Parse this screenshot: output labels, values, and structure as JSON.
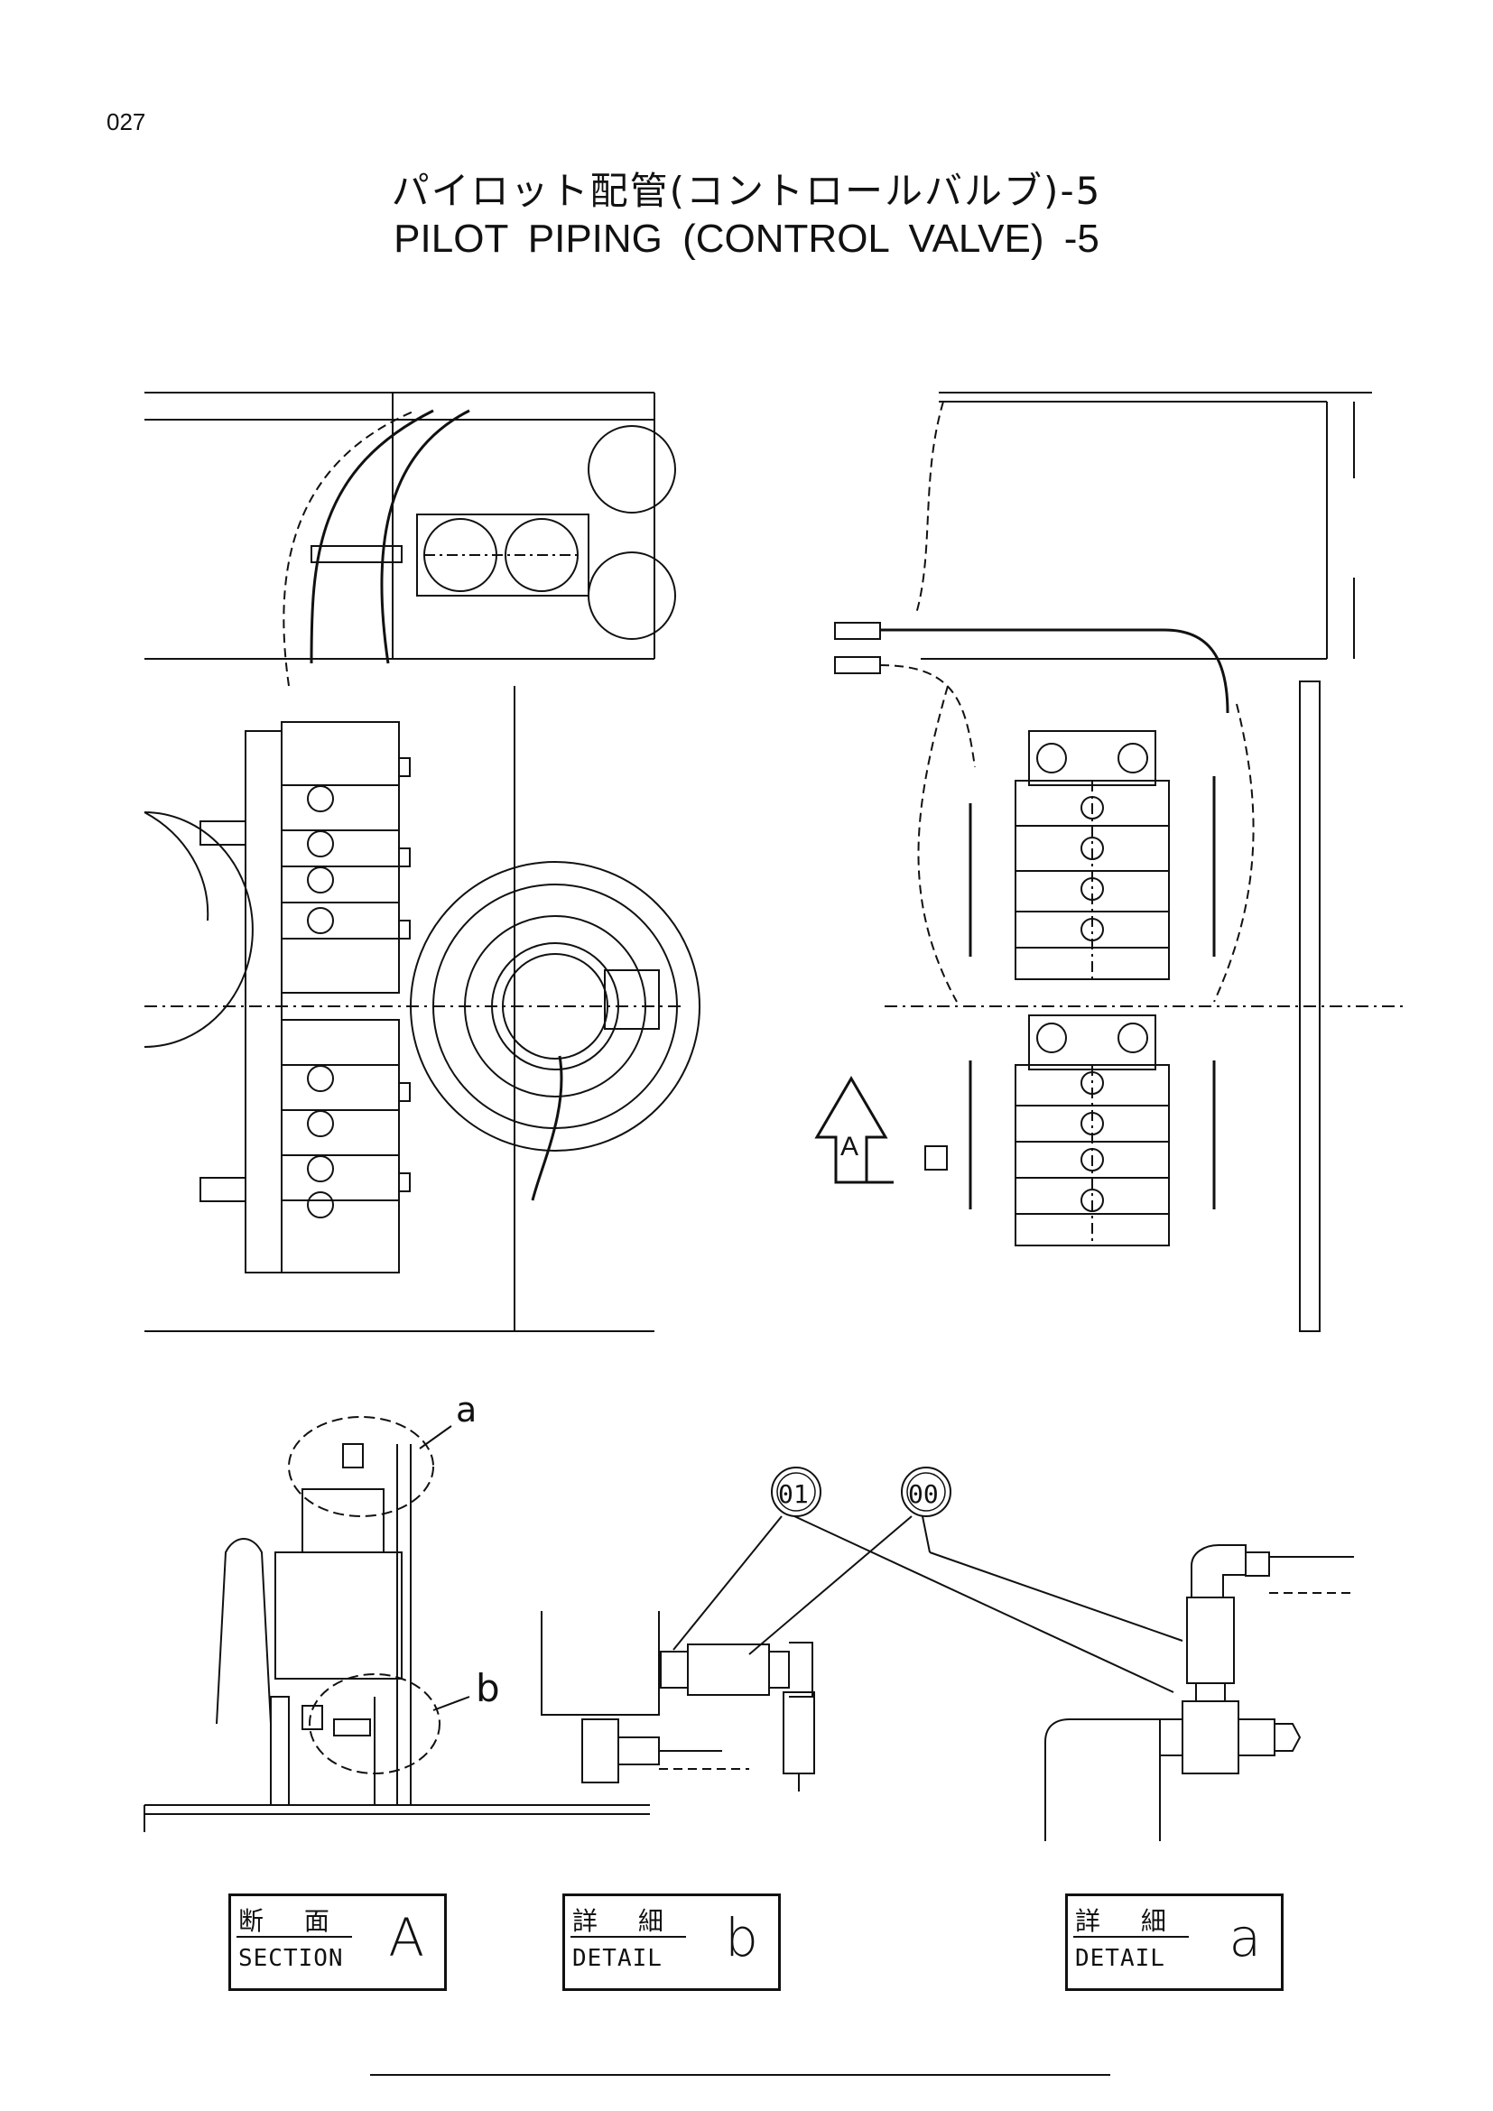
{
  "page": {
    "number": "027"
  },
  "title": {
    "japanese": "パイロット配管(コントロールバルブ)-5",
    "english": "PILOT   PIPING (CONTROL   VALVE) -5"
  },
  "view_marker": {
    "letter": "A"
  },
  "detail_callouts": {
    "a": "a",
    "b": "b"
  },
  "part_callouts": [
    {
      "number": "01"
    },
    {
      "number": "00"
    }
  ],
  "labels": {
    "section_a": {
      "japanese": "断 面",
      "english": "SECTION",
      "letter": "A"
    },
    "detail_b": {
      "japanese": "詳 細",
      "english": "DETAIL",
      "letter": "b"
    },
    "detail_a": {
      "japanese": "詳 細",
      "english": "DETAIL",
      "letter": "a"
    }
  },
  "colors": {
    "ink": "#111111",
    "paper": "#ffffff"
  }
}
